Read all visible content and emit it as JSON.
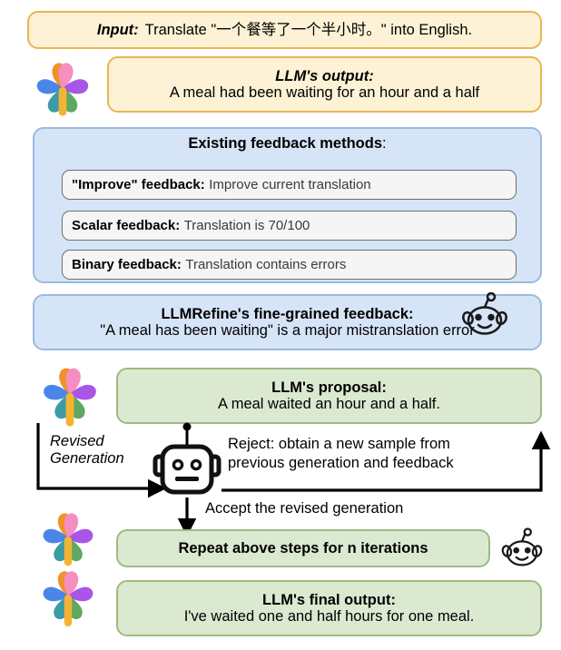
{
  "input_box": {
    "label": "Input:",
    "text": "Translate \"一个餐等了一个半小时。\" into English."
  },
  "llm_output": {
    "title": "LLM's output:",
    "text": "A meal had been waiting for an hour and a half"
  },
  "existing_feedback": {
    "title": "Existing feedback methods",
    "title_colon": ":",
    "methods": [
      {
        "label": "\"Improve\" feedback:",
        "value": "Improve current translation"
      },
      {
        "label": "Scalar feedback:",
        "value": "Translation is 70/100"
      },
      {
        "label": "Binary feedback:",
        "value": "Translation contains errors"
      }
    ]
  },
  "llmrefine_feedback": {
    "title": "LLMRefine's fine-grained feedback:",
    "text": "\"A meal has been waiting\" is a major mistranslation error"
  },
  "llm_proposal": {
    "title": "LLM's proposal:",
    "text": "A meal waited an hour and a half."
  },
  "flow": {
    "revised_line1": "Revised",
    "revised_line2": "Generation",
    "reject_line1": "Reject: obtain a new sample from",
    "reject_line2": "previous generation and feedback",
    "accept": "Accept the revised generation"
  },
  "repeat_box": {
    "text": "Repeat above steps for n iterations"
  },
  "final_output": {
    "title": "LLM's final output:",
    "text": "I've waited one and half hours for one meal."
  },
  "icons": {
    "pinwheel": "pinwheel-icon",
    "snoo": "reddit-snoo-icon",
    "robot": "robot-icon"
  },
  "colors": {
    "yellow_fill": "#fdf2d5",
    "yellow_border": "#e8b552",
    "blue_fill": "#d6e4f7",
    "blue_border": "#9bb9e0",
    "green_fill": "#dce9d1",
    "green_border": "#9dbb82",
    "inner_fill": "#f5f5f5",
    "inner_border": "#6e6e6e",
    "petal_orange": "#f0922b",
    "petal_pink": "#f58fc2",
    "petal_purple": "#a855e8",
    "petal_blue": "#4a86e8",
    "petal_teal": "#3b9ca3",
    "petal_green": "#5fa85f",
    "petal_stem": "#f5b335"
  }
}
